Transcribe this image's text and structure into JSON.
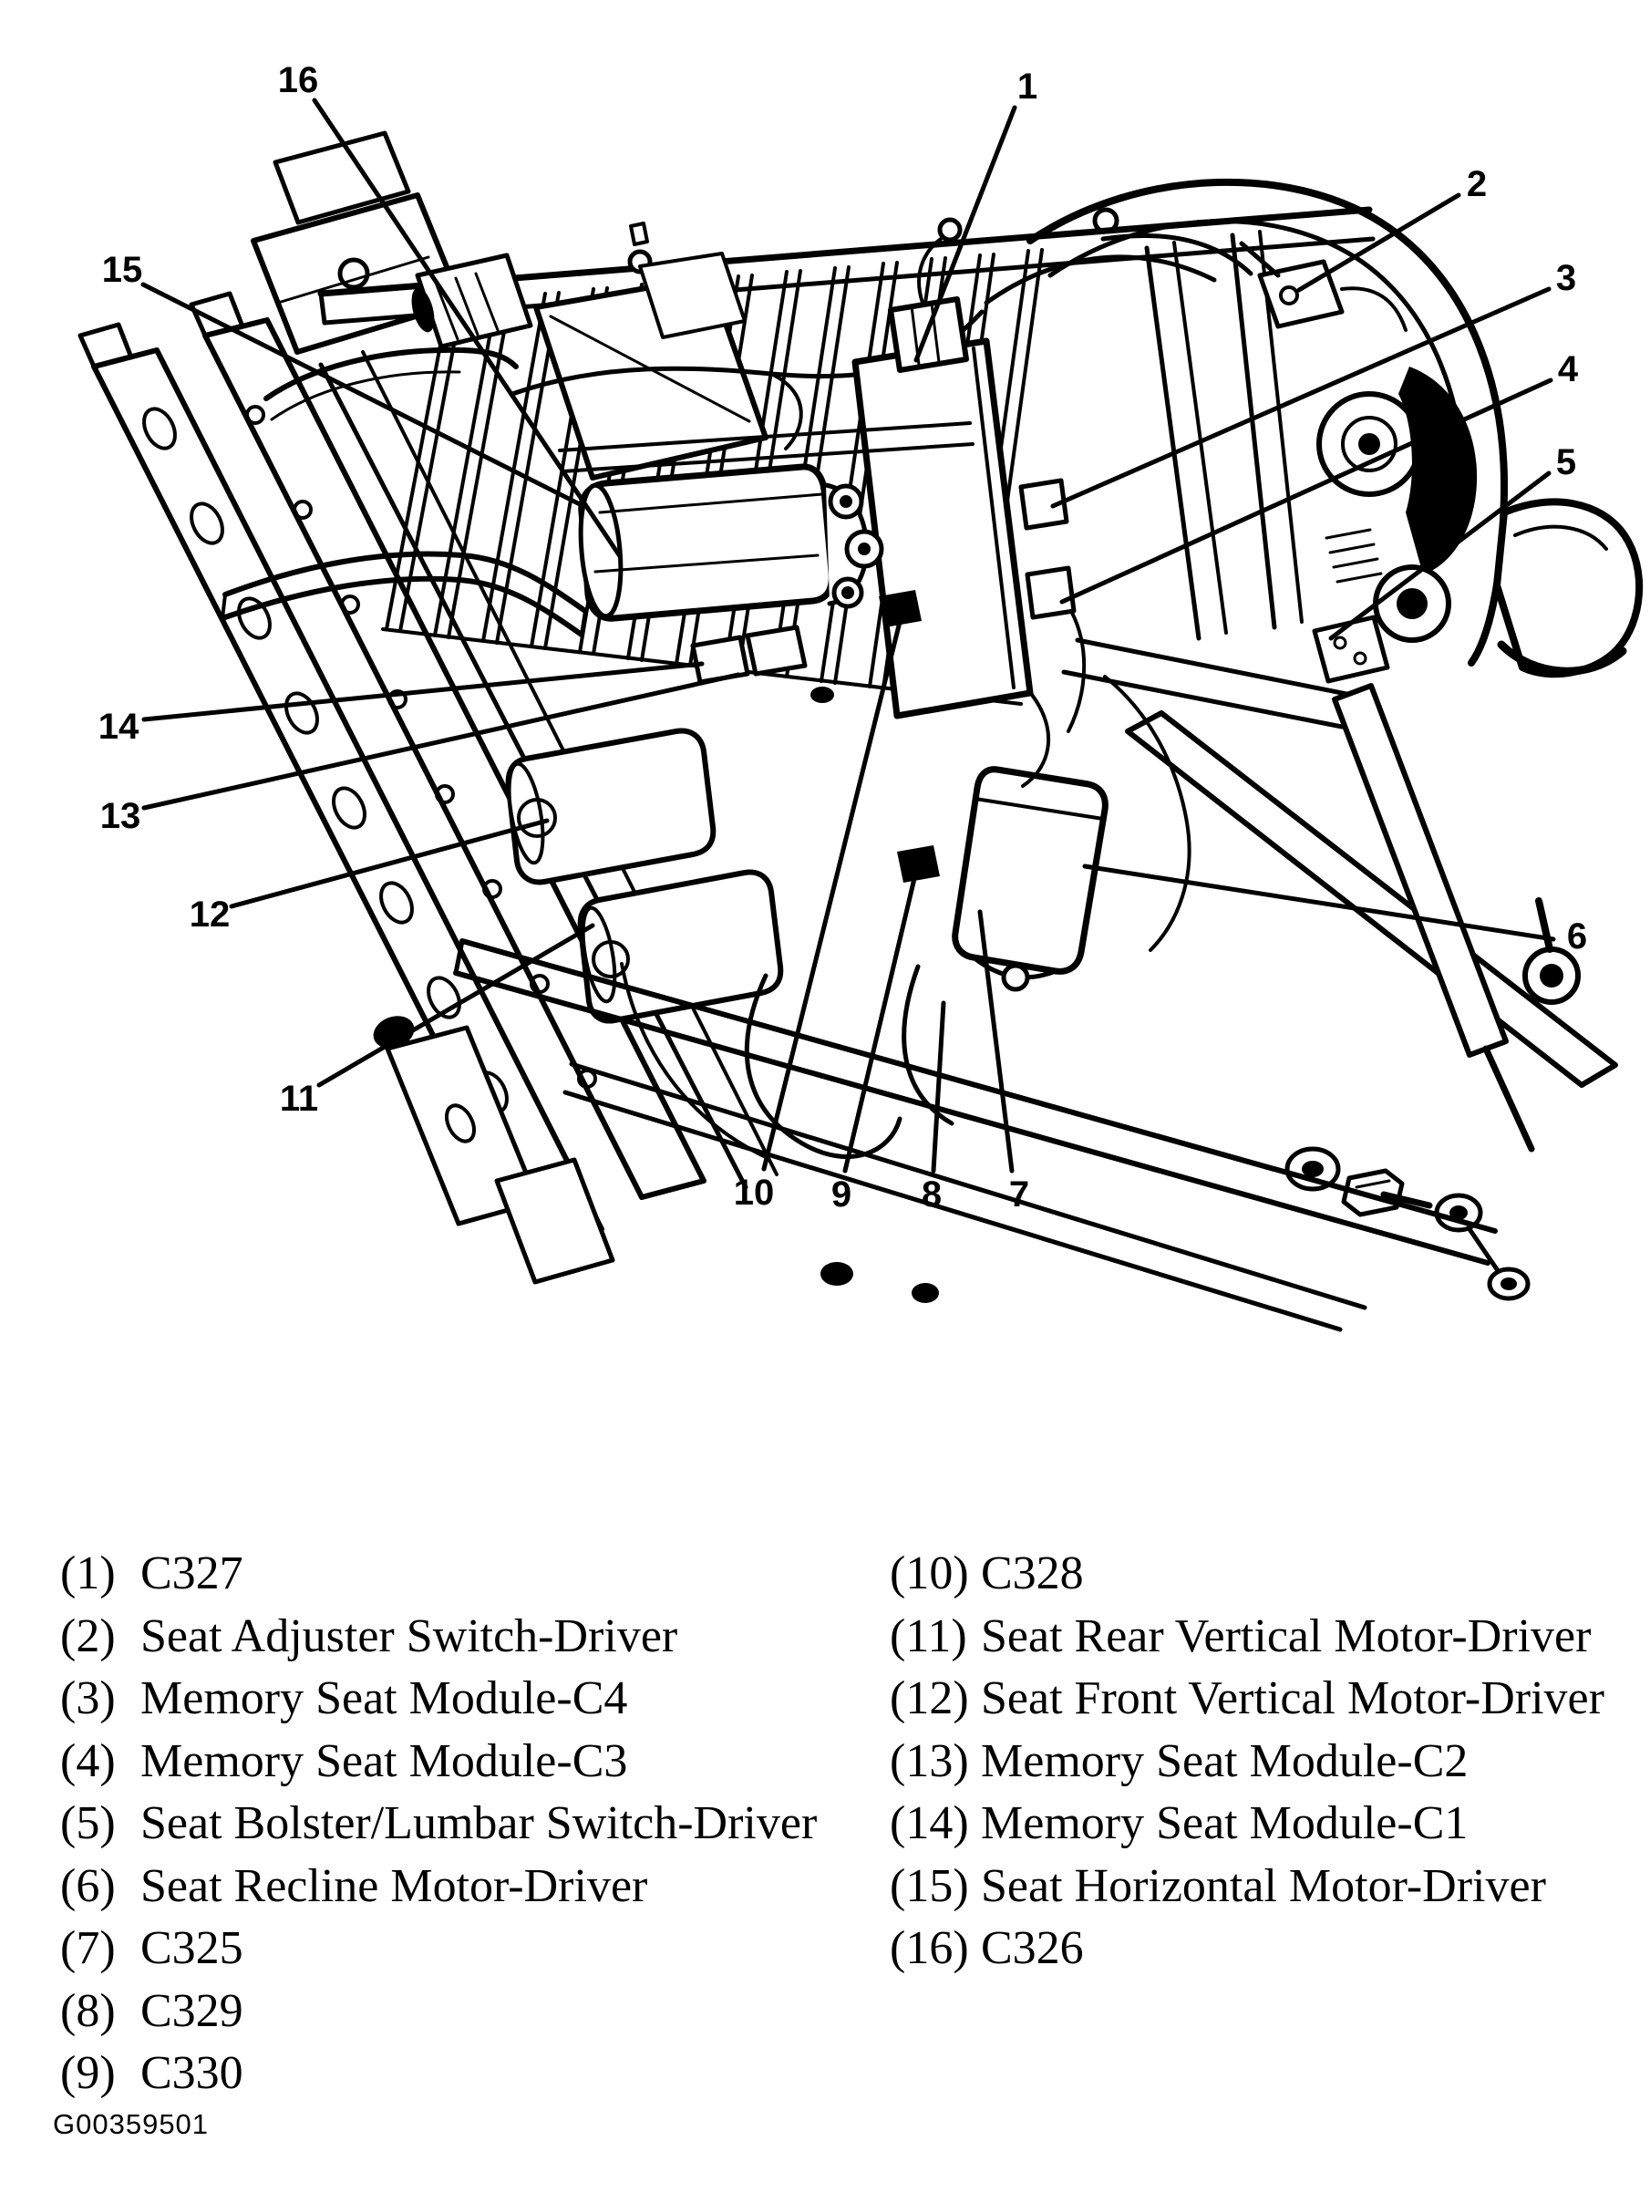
{
  "page": {
    "background": "#ffffff",
    "ink": "#000000"
  },
  "diagram": {
    "callouts": {
      "n1": "1",
      "n2": "2",
      "n3": "3",
      "n4": "4",
      "n5": "5",
      "n6": "6",
      "n7": "7",
      "n8": "8",
      "n9": "9",
      "n10": "10",
      "n11": "11",
      "n12": "12",
      "n13": "13",
      "n14": "14",
      "n15": "15",
      "n16": "16"
    }
  },
  "legend": {
    "left_items": [
      {
        "num": "(1)",
        "label": "C327"
      },
      {
        "num": "(2)",
        "label": "Seat Adjuster Switch-Driver"
      },
      {
        "num": "(3)",
        "label": "Memory Seat Module-C4"
      },
      {
        "num": "(4)",
        "label": "Memory Seat Module-C3"
      },
      {
        "num": "(5)",
        "label": "Seat Bolster/Lumbar Switch-Driver"
      },
      {
        "num": "(6)",
        "label": "Seat Recline Motor-Driver"
      },
      {
        "num": "(7)",
        "label": "C325"
      },
      {
        "num": "(8)",
        "label": "C329"
      },
      {
        "num": "(9)",
        "label": "C330"
      }
    ],
    "right_items": [
      {
        "num": "(10)",
        "label": "C328"
      },
      {
        "num": "(11)",
        "label": "Seat Rear Vertical Motor-Driver"
      },
      {
        "num": "(12)",
        "label": "Seat Front Vertical Motor-Driver"
      },
      {
        "num": "(13)",
        "label": "Memory Seat Module-C2"
      },
      {
        "num": "(14)",
        "label": "Memory Seat Module-C1"
      },
      {
        "num": "(15)",
        "label": "Seat Horizontal Motor-Driver"
      },
      {
        "num": "(16)",
        "label": "C326"
      }
    ]
  },
  "footer": {
    "figure_code": "G00359501"
  }
}
